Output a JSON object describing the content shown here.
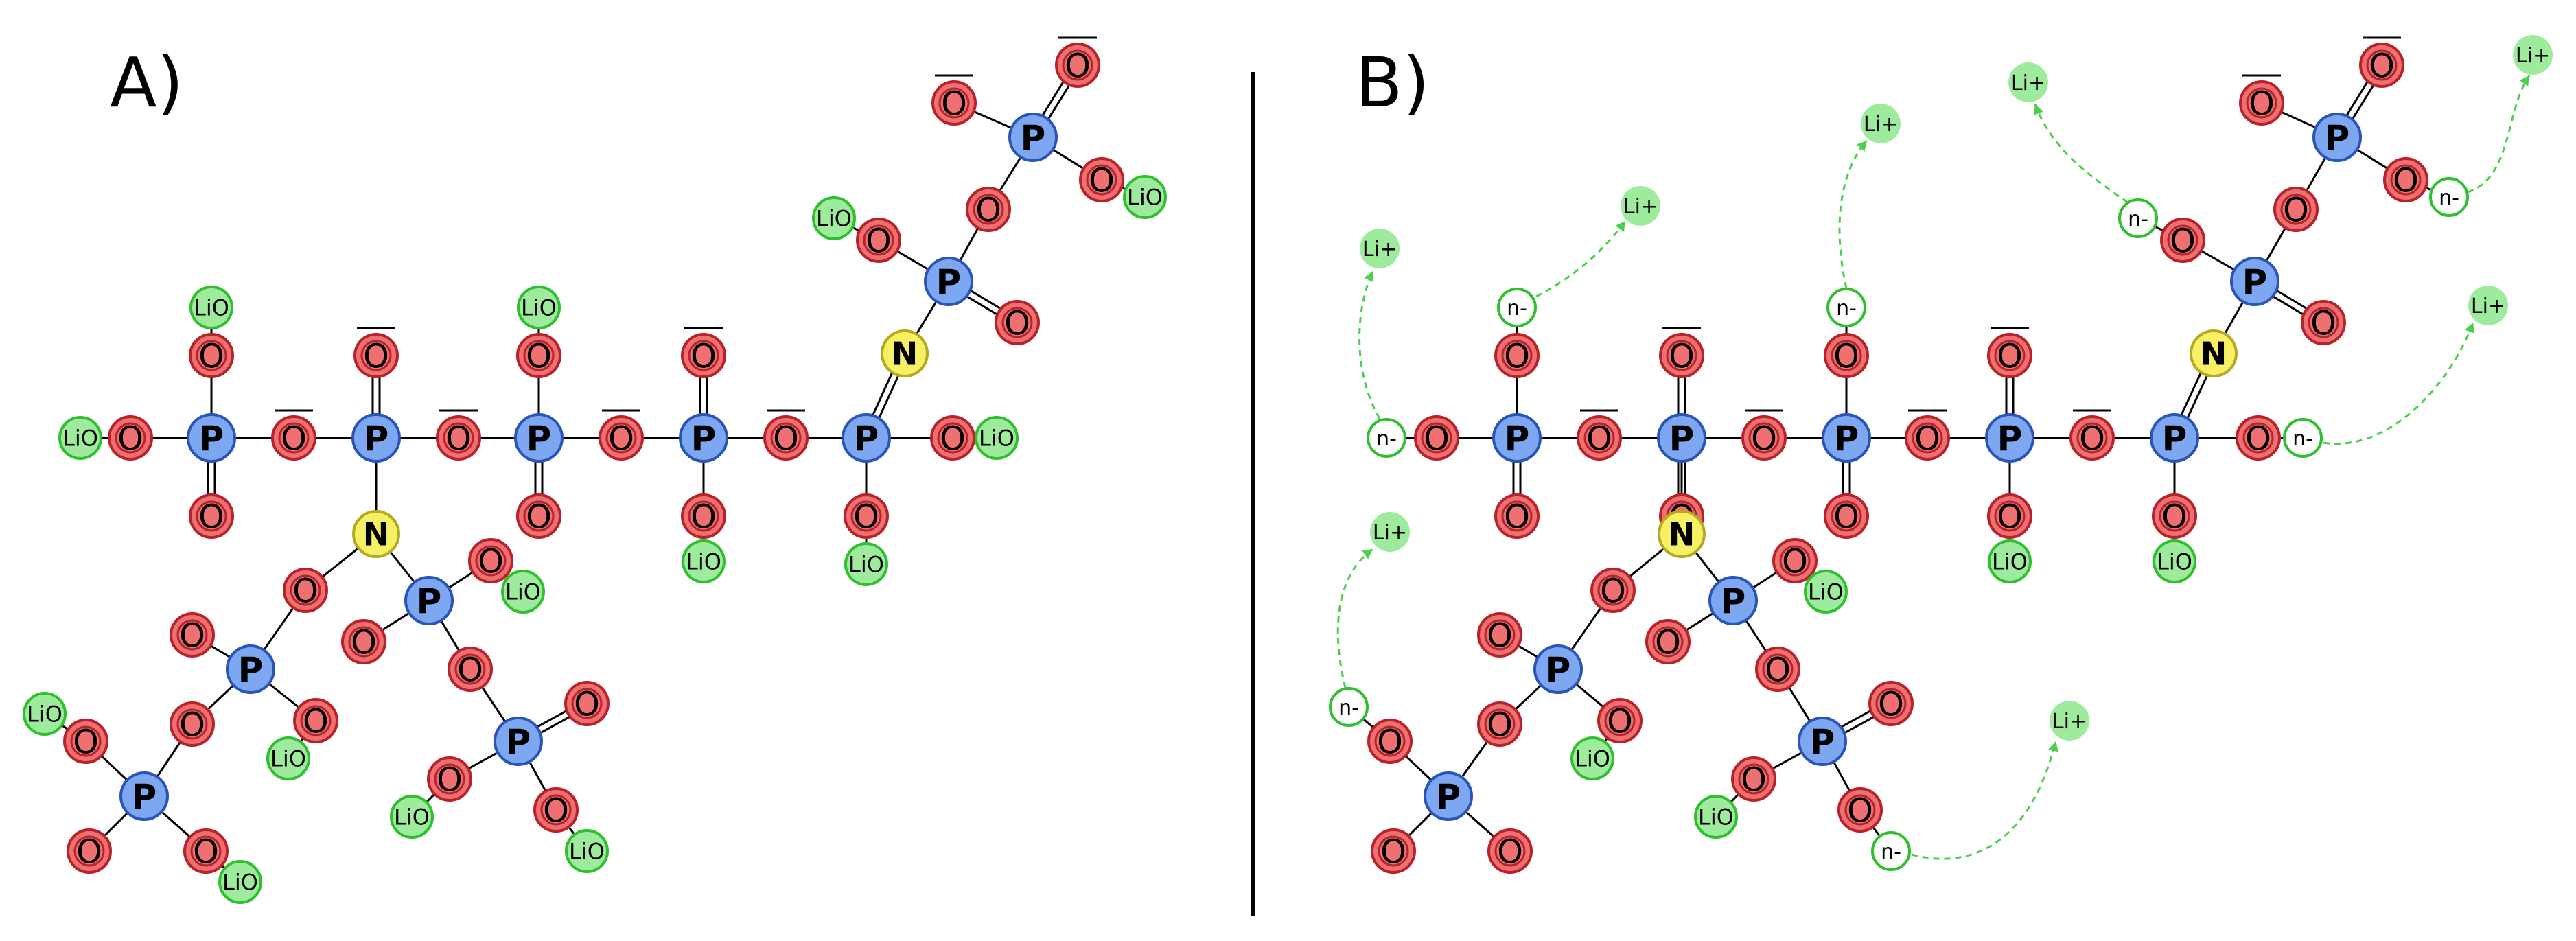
{
  "panels": [
    {
      "label": "A)"
    },
    {
      "label": "B)"
    }
  ],
  "atom_labels": {
    "P": "P",
    "O": "O",
    "N": "N",
    "LiO": "LiO",
    "Li": "Li+",
    "anion": "n-"
  },
  "colors": {
    "phosphorus": "#7ea7f1",
    "oxygen": "#ef7070",
    "nitrogen": "#f5f064",
    "lithium": "#9eeb9e",
    "anion": "#ffffff",
    "outline_green": "#2fbf2f",
    "bond": "#000000",
    "migration_arrow": "#4ccf4c"
  }
}
